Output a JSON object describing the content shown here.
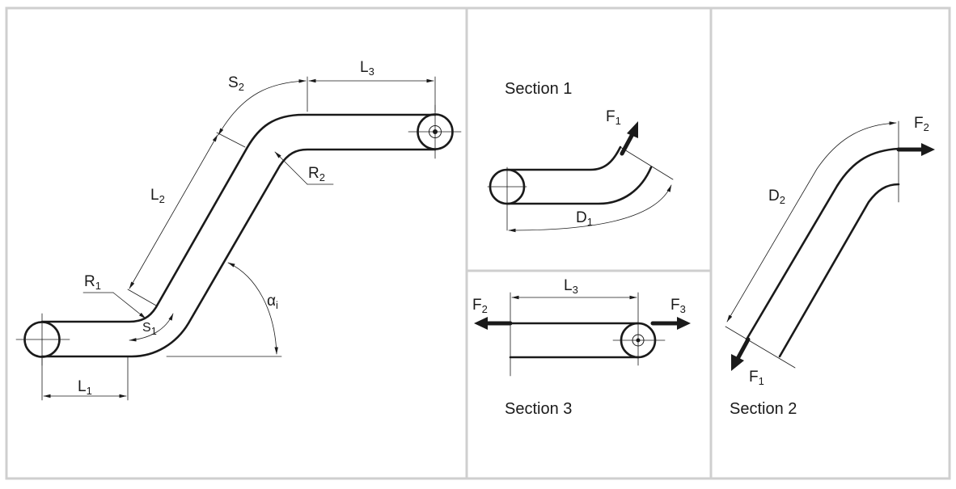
{
  "panels": {
    "section1": {
      "caption": "Section 1"
    },
    "section2": {
      "caption": "Section 2"
    },
    "section3": {
      "caption": "Section 3"
    }
  },
  "labels": {
    "L": "L",
    "S": "S",
    "R": "R",
    "D": "D",
    "F": "F",
    "alpha": "α",
    "i": "i",
    "one": "1",
    "two": "2",
    "three": "3"
  }
}
